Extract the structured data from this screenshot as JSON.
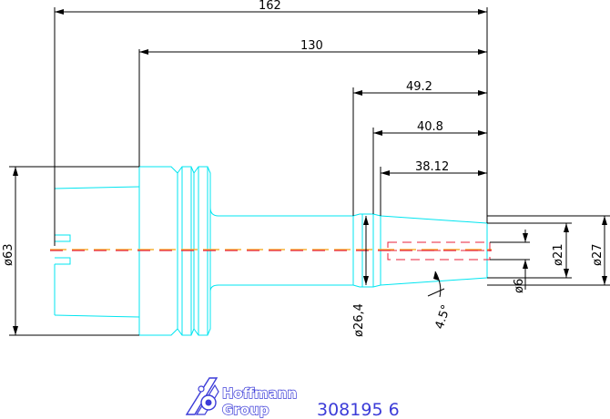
{
  "drawing": {
    "dimensions": {
      "overall_length": "162",
      "length_130": "130",
      "length_49_2": "49.2",
      "length_40_8": "40.8",
      "length_38_12": "38.12",
      "dia_63": "ø63",
      "dia_26_4": "ø26,4",
      "dia_21": "ø21",
      "dia_27": "ø27",
      "dia_6": "ø6",
      "taper_angle": "4.5°"
    },
    "colors": {
      "outline": "#00e5f0",
      "dimension": "#000000",
      "centerline": "#f7b233",
      "hidden": "#e8203a",
      "logo": "#3c3cd8"
    }
  },
  "title_block": {
    "logo_line1": "Hoffmann",
    "logo_line2": "Group",
    "part_number": "308195 6",
    "logo_icon": "hoffmann-logo-icon"
  }
}
